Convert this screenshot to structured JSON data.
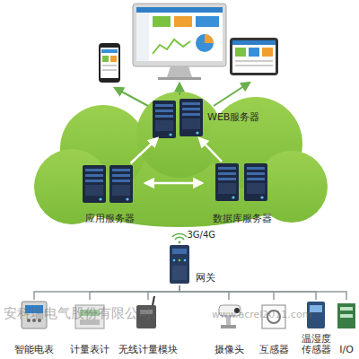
{
  "diagram": {
    "nodes": [
      {
        "text": [
          "WEB服务器"
        ]
      },
      {
        "text": [
          "应用服务器"
        ]
      },
      {
        "text": [
          "数据库服务器"
        ]
      },
      {
        "text": [
          "3G/4G",
          "网关"
        ]
      },
      {
        "text": [
          "智能电表"
        ]
      },
      {
        "text": [
          "计量表计"
        ]
      },
      {
        "text": [
          "无线计量模块"
        ]
      },
      {
        "text": [
          "摄像头"
        ]
      },
      {
        "text": [
          "互感器"
        ]
      },
      {
        "text": [
          "温湿度传感器"
        ]
      },
      {
        "text": [
          "I/O"
        ]
      }
    ],
    "edges": [
      {
        "from": 1,
        "to": 0,
        "arrow": "to"
      },
      {
        "from": 2,
        "to": 0,
        "arrow": "to"
      },
      {
        "from": 1,
        "to": 2,
        "arrow": "both"
      },
      {
        "from": 3,
        "to": 4,
        "arrow": "none"
      },
      {
        "from": 3,
        "to": 5,
        "arrow": "none"
      },
      {
        "from": 3,
        "to": 6,
        "arrow": "none"
      },
      {
        "from": 3,
        "to": 7,
        "arrow": "none"
      },
      {
        "from": 3,
        "to": 8,
        "arrow": "none"
      },
      {
        "from": 3,
        "to": 9,
        "arrow": "none"
      },
      {
        "from": 3,
        "to": 10,
        "arrow": "none"
      }
    ],
    "labels": [
      "安科瑞电气股份有限公司",
      "www.acrel2011.com"
    ]
  }
}
